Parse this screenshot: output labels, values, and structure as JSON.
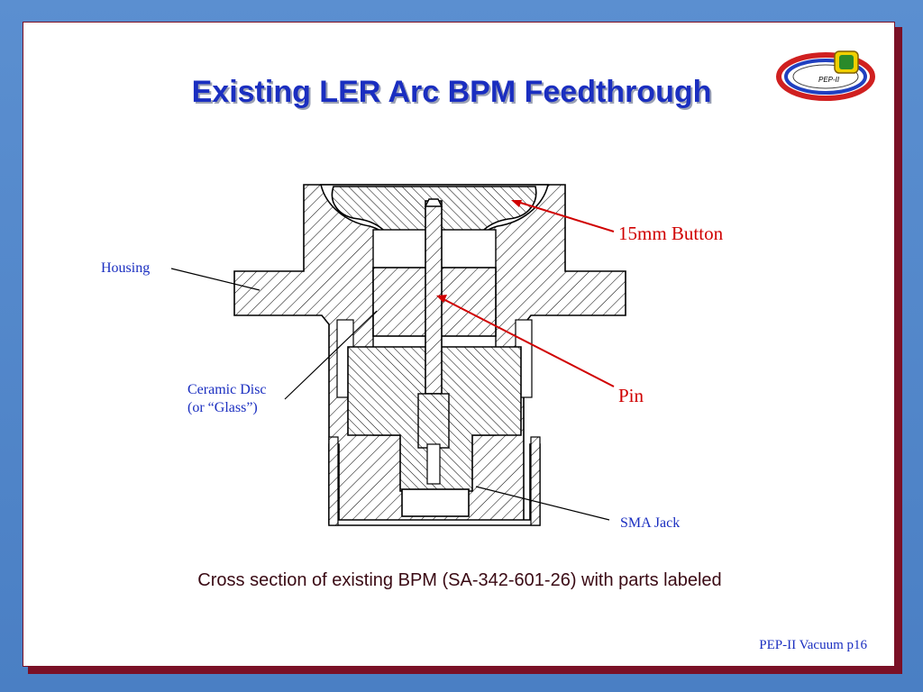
{
  "slide": {
    "title": "Existing LER Arc BPM Feedthrough",
    "logo_text": "PEP-II",
    "caption": "Cross section of existing BPM (SA-342-601-26) with parts labeled",
    "footer": "PEP-II Vacuum  p16"
  },
  "labels": {
    "housing": "Housing",
    "ceramic_line1": "Ceramic Disc",
    "ceramic_line2": "(or “Glass”)",
    "button": "15mm Button",
    "pin": "Pin",
    "sma": "SMA Jack"
  },
  "colors": {
    "title": "#1a2ec0",
    "red_label": "#d00000",
    "blue_label": "#1a2ec0",
    "frame": "#7a1026",
    "background": "#4a7fc4"
  }
}
